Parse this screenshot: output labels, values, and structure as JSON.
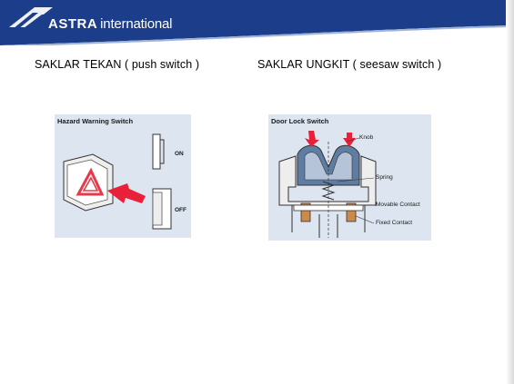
{
  "header": {
    "brand_bold": "ASTRA",
    "brand_light": "international",
    "colors": {
      "banner": "#1c3e8a",
      "text": "#ffffff"
    }
  },
  "captions": {
    "left": "SAKLAR TEKAN ( push switch )",
    "right": "SAKLAR UNGKIT ( seesaw switch )"
  },
  "figure_left": {
    "title": "Hazard Warning Switch",
    "label_on": "ON",
    "label_off": "OFF"
  },
  "figure_right": {
    "title": "Door Lock Switch",
    "label_knob": "Knob",
    "label_spring": "Spring",
    "label_movable": "Movable Contact",
    "label_fixed": "Fixed Contact"
  }
}
